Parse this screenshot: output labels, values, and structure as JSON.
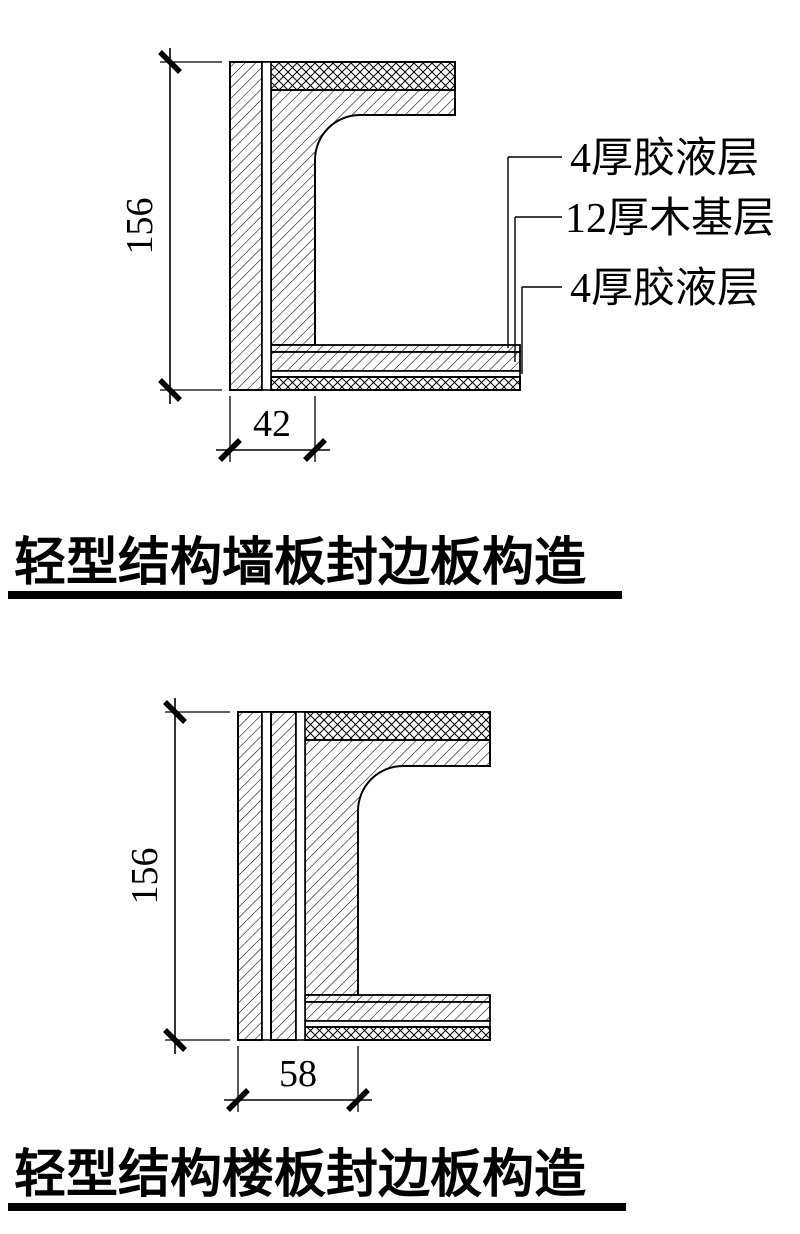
{
  "sheet": {
    "background": "#ffffff",
    "ink": "#000000"
  },
  "drawing1": {
    "name": "wall-panel-edge-seal-detail",
    "title": "轻型结构墙板封边板构造",
    "dim_height": "156",
    "dim_width": "42",
    "layer_labels": [
      "4厚胶液层",
      "12厚木基层",
      "4厚胶液层"
    ]
  },
  "drawing2": {
    "name": "floor-panel-edge-seal-detail",
    "title": "轻型结构楼板封边板构造",
    "dim_height": "156",
    "dim_width": "58"
  }
}
